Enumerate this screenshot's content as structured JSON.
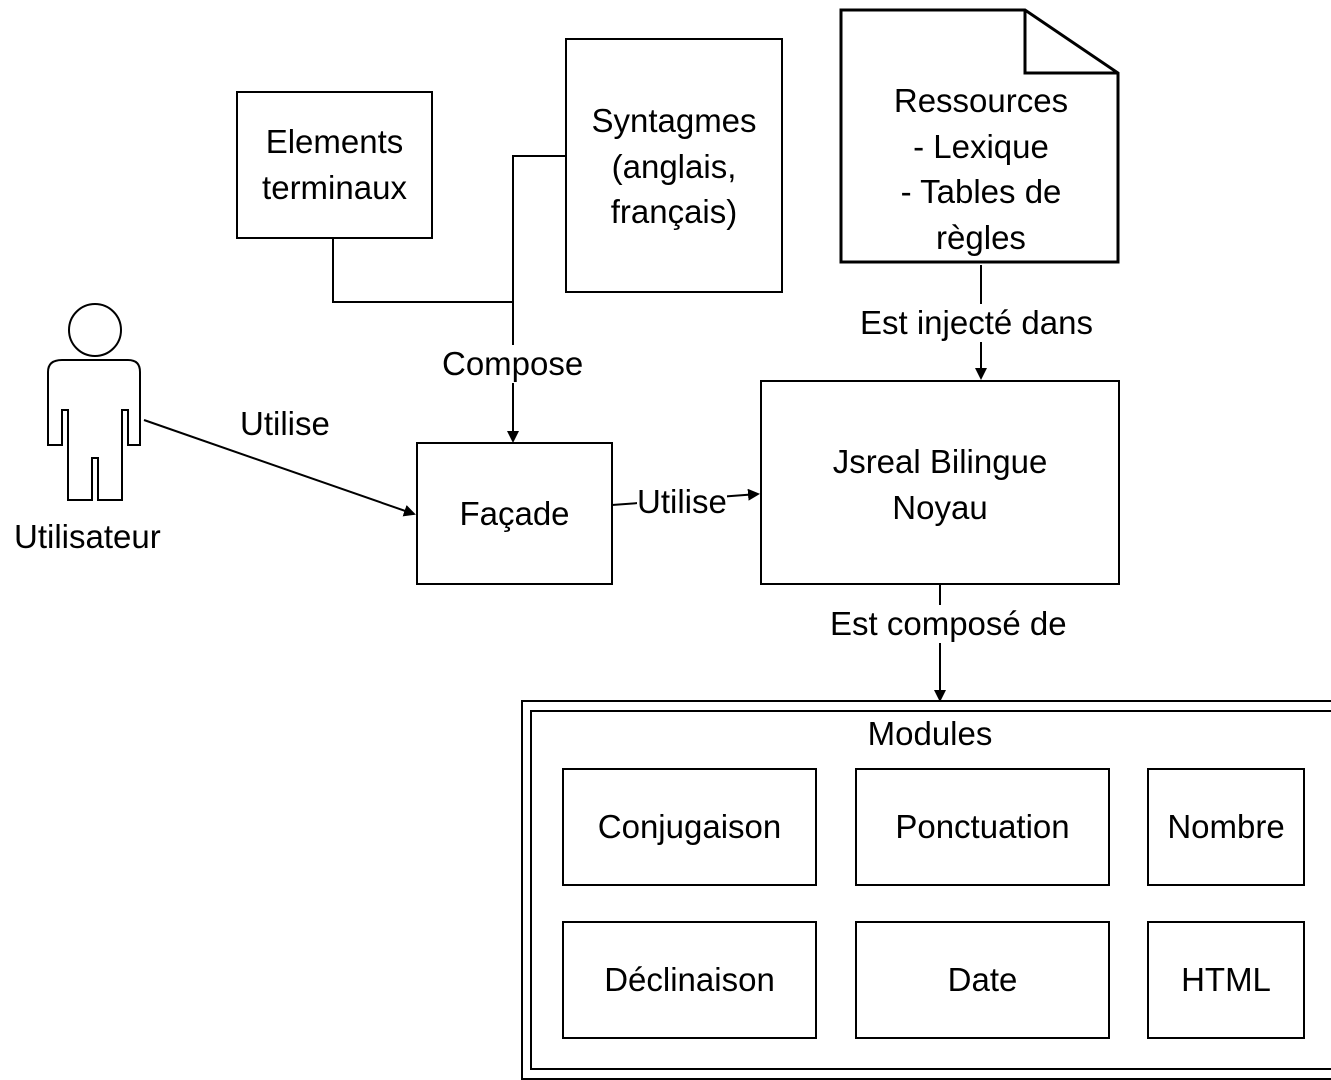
{
  "actor": {
    "label": "Utilisateur"
  },
  "nodes": {
    "elements_terminaux": [
      "Elements",
      "terminaux"
    ],
    "syntagmes": [
      "Syntagmes",
      "(anglais,",
      "français)"
    ],
    "ressources": [
      "Ressources",
      "- Lexique",
      "- Tables de",
      "règles"
    ],
    "facade": "Façade",
    "noyau": [
      "Jsreal Bilingue",
      "Noyau"
    ]
  },
  "edges": {
    "utilise_1": "Utilise",
    "compose": "Compose",
    "utilise_2": "Utilise",
    "est_injecte": "Est injecté dans",
    "est_compose": "Est composé de"
  },
  "modules": {
    "title": "Modules",
    "items": [
      "Conjugaison",
      "Ponctuation",
      "Nombre",
      "Déclinaison",
      "Date",
      "HTML"
    ]
  }
}
